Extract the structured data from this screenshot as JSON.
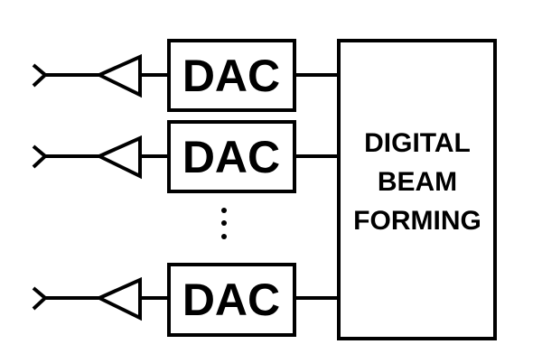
{
  "diagram": {
    "channels": [
      {
        "label": "DAC"
      },
      {
        "label": "DAC"
      },
      {
        "label": "DAC"
      }
    ],
    "ellipsis": "⋮",
    "processor": {
      "lines": [
        "DIGITAL",
        "BEAM",
        "FORMING"
      ]
    },
    "colors": {
      "stroke": "#000000",
      "background": "#ffffff"
    }
  }
}
